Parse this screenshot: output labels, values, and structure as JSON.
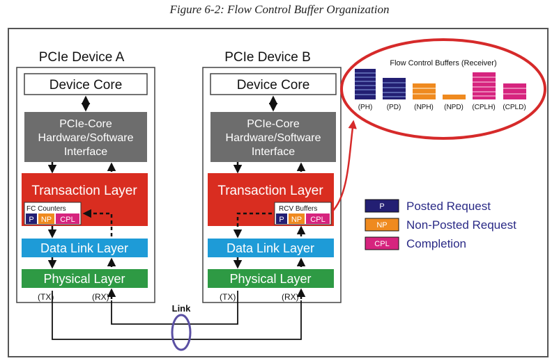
{
  "caption": "Figure 6-2: Flow Control Buffer Organization",
  "device_a": {
    "title": "PCIe Device A",
    "core": "Device Core",
    "iface": [
      "PCIe-Core",
      "Hardware/Software",
      "Interface"
    ],
    "transaction": "Transaction Layer",
    "counters_label": "FC Counters",
    "datalink": "Data Link Layer",
    "physical": "Physical Layer",
    "tx": "(TX)",
    "rx": "(RX)"
  },
  "device_b": {
    "title": "PCIe Device B",
    "core": "Device Core",
    "iface": [
      "PCIe-Core",
      "Hardware/Software",
      "Interface"
    ],
    "transaction": "Transaction Layer",
    "buffers_label": "RCV Buffers",
    "datalink": "Data Link Layer",
    "physical": "Physical Layer",
    "tx": "(TX)",
    "rx": "(RX)"
  },
  "chips": {
    "p": "P",
    "np": "NP",
    "cpl": "CPL"
  },
  "link_label": "Link",
  "fc_buffers": {
    "title": "Flow Control Buffers (Receiver)",
    "labels": [
      "(PH)",
      "(PD)",
      "(NPH)",
      "(NPD)",
      "(CPLH)",
      "(CPLD)"
    ]
  },
  "legend": [
    {
      "chip": "P",
      "text": "Posted Request",
      "color": "#231f73"
    },
    {
      "chip": "NP",
      "text": "Non-Posted Request",
      "color": "#ef8a1f"
    },
    {
      "chip": "CPL",
      "text": "Completion",
      "color": "#d6247e"
    }
  ],
  "colors": {
    "posted": "#231f73",
    "nonposted": "#ef8a1f",
    "completion": "#d6247e",
    "interface": "#6d6d6d",
    "transaction": "#d92d20",
    "datalink": "#1e9bd7",
    "physical": "#2e9a44",
    "highlight": "#d62a2a",
    "link": "#5a4fa3",
    "legend_text": "#2a2a86"
  }
}
